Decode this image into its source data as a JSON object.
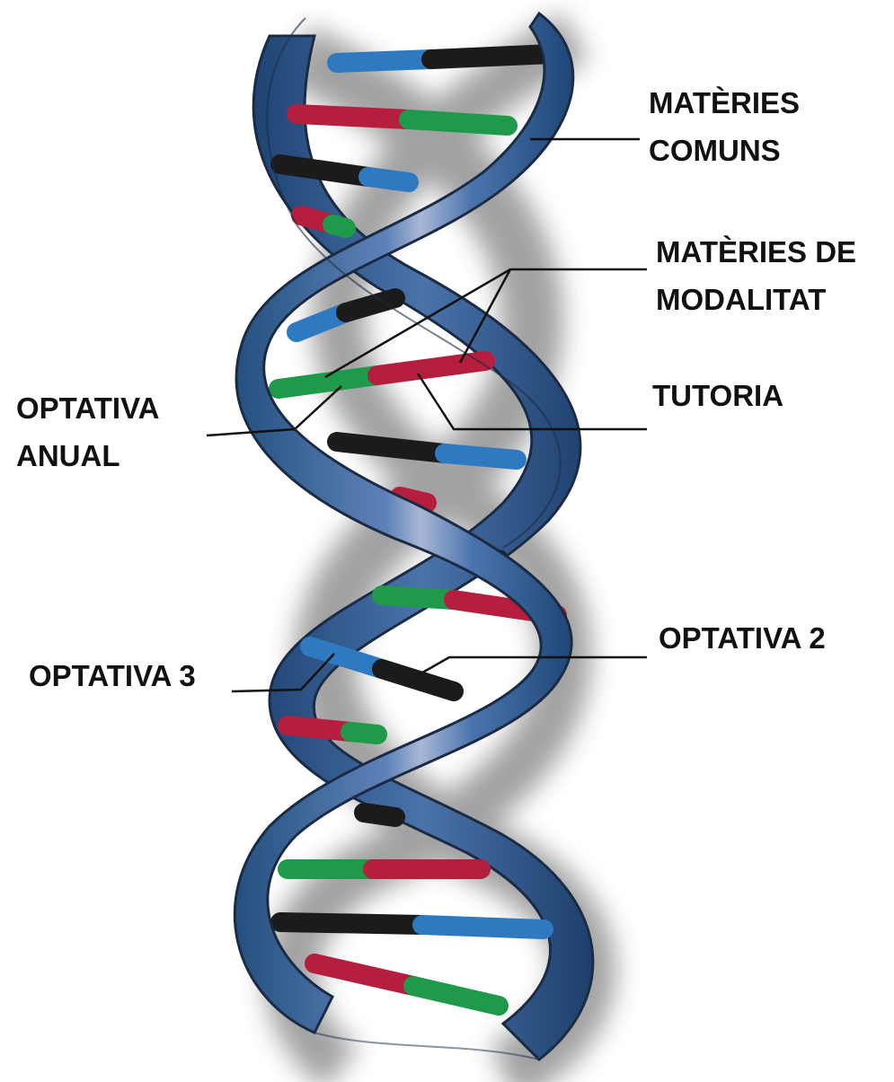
{
  "diagram": {
    "labels": {
      "materies_comuns": [
        "MATÈRIES",
        "COMUNS"
      ],
      "materies_modalitat": [
        "MATÈRIES DE",
        "MODALITAT"
      ],
      "tutoria": [
        "TUTORIA"
      ],
      "optativa_anual": [
        "OPTATIVA",
        "ANUAL"
      ],
      "optativa_2": [
        "OPTATIVA 2"
      ],
      "optativa_3": [
        "OPTATIVA 3"
      ]
    },
    "colors": {
      "ribbon": "#3f6aa6",
      "ribbon_highlight": "#a9b7d6",
      "ribbon_outline": "#1c2b44",
      "blue_base": "#2f79c0",
      "black_base": "#1b1b1b",
      "red_base": "#b51e3d",
      "green_base": "#1f9a4a",
      "leader_line": "#111111"
    }
  }
}
